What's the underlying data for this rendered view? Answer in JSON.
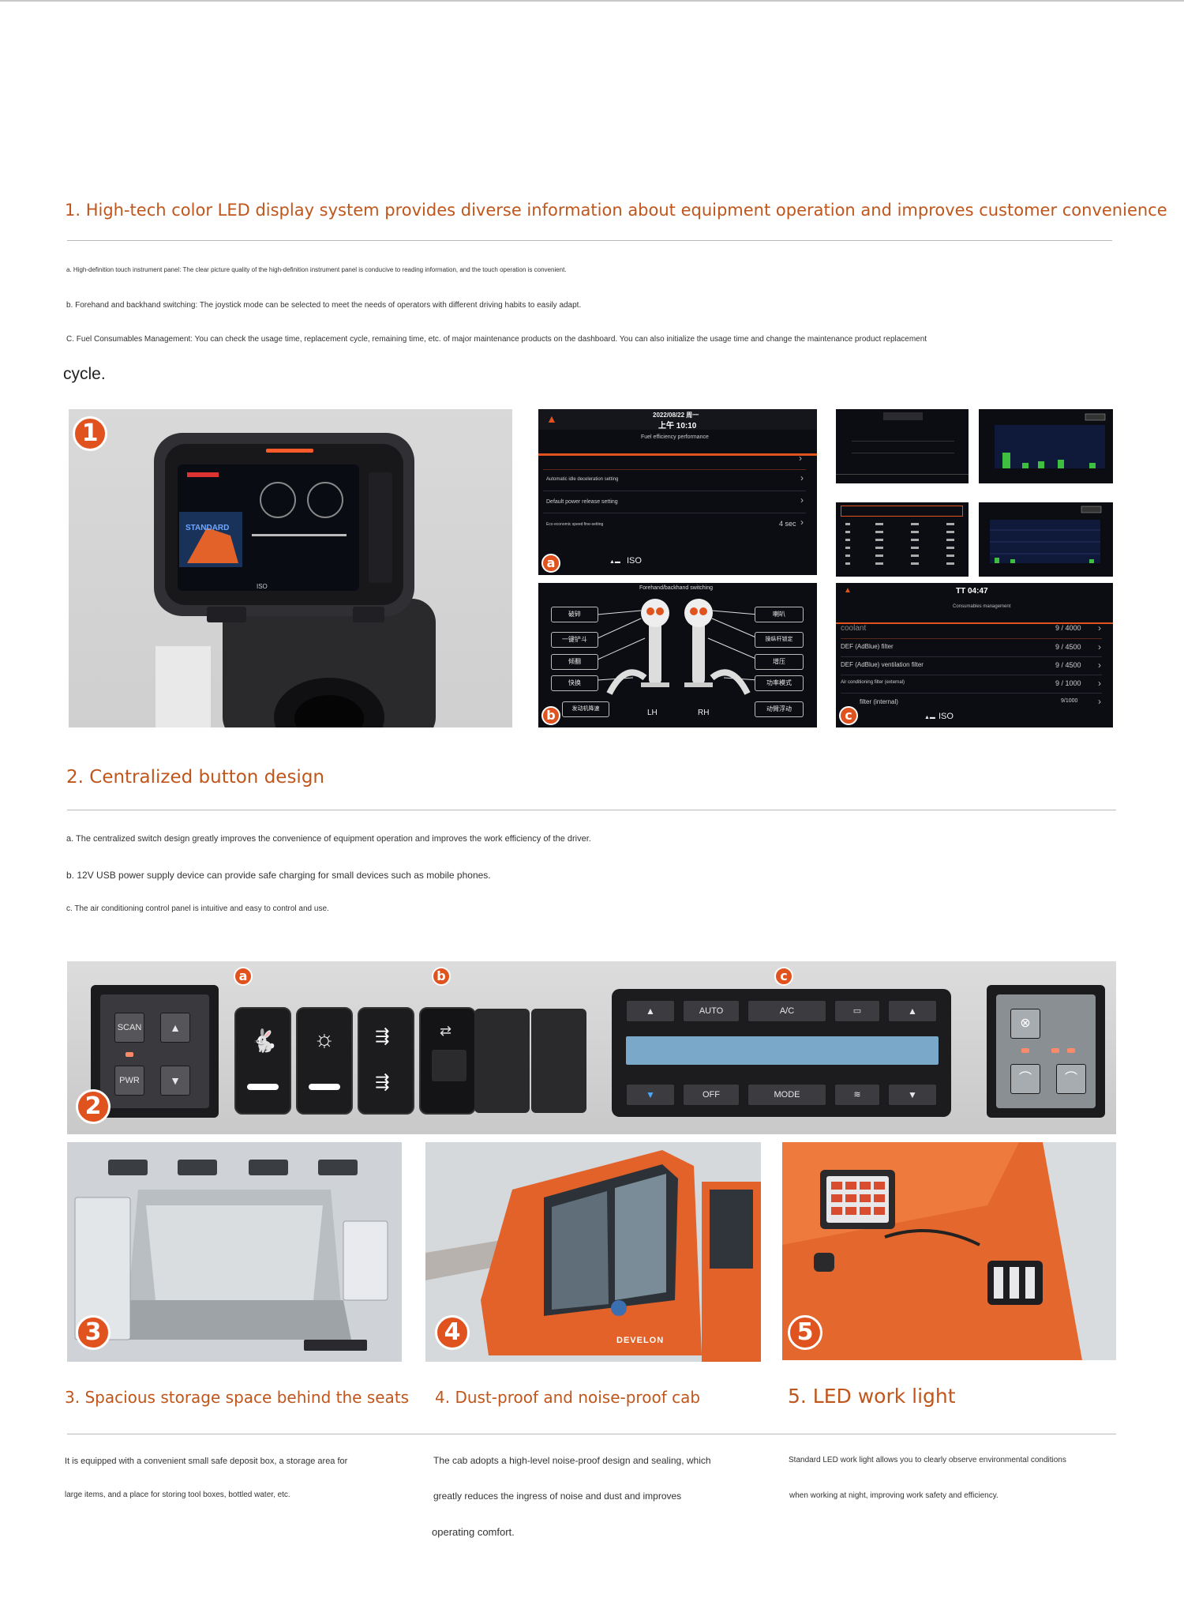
{
  "section1": {
    "title": "1. High-tech color LED display system provides diverse information about equipment operation and improves customer convenience",
    "items": [
      "a. High-definition touch instrument panel: The clear picture quality of the high-definition instrument panel is conducive to reading information, and the touch operation is convenient.",
      "b. Forehand and backhand switching: The joystick mode can be selected to meet the needs of operators with different driving habits to easily adapt.",
      "C. Fuel Consumables Management: You can check the usage time, replacement cycle, remaining time, etc. of major maintenance products on the dashboard. You can also initialize the usage time and change the maintenance product replacement"
    ],
    "tail": "cycle."
  },
  "screens": {
    "panel_text": "STANDARD",
    "panel_iso": "ISO",
    "a_date": "2022/08/22 周一",
    "a_time": "上午 10:10",
    "a_header": "Fuel efficiency performance",
    "a_row1": "Automatic idle deceleration setting",
    "a_row2": "Default power release setting",
    "a_row3": "Eco economic speed fine-setting",
    "a_row3_val": "4 sec",
    "iso": "ISO",
    "b_header": "Forehand/backhand switching",
    "b_left": [
      "破碎",
      "一键铲斗",
      "倾翻",
      "快换",
      "发动机降速"
    ],
    "b_right": [
      "喇叭",
      "操纵杆锁定",
      "增压",
      "功率模式",
      "动臂浮动"
    ],
    "b_lh": "LH",
    "b_rh": "RH",
    "c_time": "TT 04:47",
    "c_header": "Consumables management",
    "c_rows": [
      {
        "label": "coolant",
        "value": "9 / 4000"
      },
      {
        "label": "DEF (AdBlue) filter",
        "value": "9 / 4500"
      },
      {
        "label": "DEF (AdBlue) ventilation filter",
        "value": "9 / 4500"
      },
      {
        "label": "Air conditioning filter (external)",
        "value": "9 / 1000"
      },
      {
        "label": "filter (internal)",
        "value": "9/1000"
      }
    ]
  },
  "section2": {
    "title": "2. Centralized button design",
    "items": [
      "a. The centralized switch design greatly improves the convenience of equipment operation and improves the work efficiency of the driver.",
      "b. 12V USB power supply device can provide safe charging for small devices such as mobile phones.",
      "c. The air conditioning control panel is intuitive and easy to control and use."
    ]
  },
  "buttons": {
    "scan": "SCAN",
    "pwr": "PWR",
    "auto": "AUTO",
    "ac": "A/C",
    "off": "OFF",
    "mode": "MODE"
  },
  "brand": "DEVELON",
  "badges": {
    "one": "1",
    "two": "2",
    "three": "3",
    "four": "4",
    "five": "5",
    "a": "a",
    "b": "b",
    "c": "c"
  },
  "section3": {
    "title": "3. Spacious storage space behind the seats",
    "lines": [
      "It is equipped with a convenient small safe deposit box, a storage area for",
      "large items, and a place for storing tool boxes, bottled water, etc."
    ]
  },
  "section4": {
    "title": "4. Dust-proof and noise-proof cab",
    "lines": [
      "The cab adopts a high-level noise-proof design and sealing, which",
      "greatly reduces the ingress of noise and dust and improves",
      "operating comfort."
    ]
  },
  "section5": {
    "title": "5. LED work light",
    "lines": [
      "Standard LED work light allows you to clearly observe environmental conditions",
      "when working at night, improving work safety and efficiency."
    ]
  },
  "colors": {
    "accent": "#c0561b",
    "badge": "#e0531f",
    "screen": "#0b0d13",
    "machine": "#e2622a"
  }
}
